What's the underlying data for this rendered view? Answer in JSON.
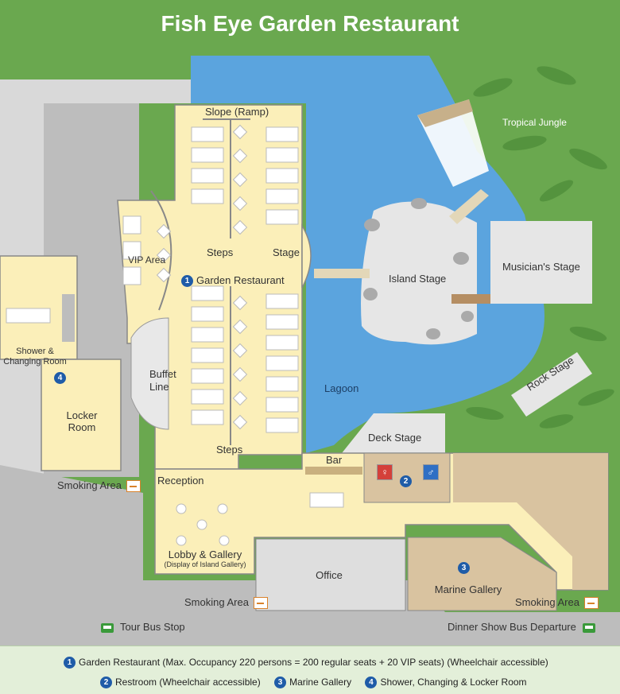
{
  "title": "Fish Eye Garden Restaurant",
  "colors": {
    "grass": "#6aa84f",
    "water": "#5ba4de",
    "building": "#fbefb9",
    "building_dark": "#d9c3a0",
    "road": "#bdbdbd",
    "pavement": "#dedede",
    "stage": "#e6e6e6",
    "marker": "#1f5ca8",
    "legend_bg": "#e3efd9"
  },
  "labels": {
    "slope": "Slope (Ramp)",
    "vip": "VIP Area",
    "steps_top": "Steps",
    "stage": "Stage",
    "garden_restaurant": "Garden Restaurant",
    "buffet_line": "Buffet\nLine",
    "steps_bottom": "Steps",
    "bar": "Bar",
    "reception": "Reception",
    "lobby": "Lobby & Gallery",
    "lobby_sub": "(Display of Island Gallery)",
    "office": "Office",
    "marine_gallery": "Marine Gallery",
    "shower": "Shower &\nChanging Room",
    "locker": "Locker\nRoom",
    "smoking_left": "Smoking Area",
    "smoking_bottom": "Smoking Area",
    "smoking_right": "Smoking Area",
    "island_stage": "Island Stage",
    "musicians_stage": "Musician's Stage",
    "rock_stage": "Rock Stage",
    "deck_stage": "Deck Stage",
    "lagoon": "Lagoon",
    "tropical_jungle": "Tropical Jungle",
    "tour_bus": "Tour Bus Stop",
    "dinner_bus": "Dinner Show Bus Departure"
  },
  "markers": {
    "m1": "1",
    "m2": "2",
    "m3": "3",
    "m4": "4"
  },
  "legend": {
    "item1_num": "1",
    "item1": "Garden Restaurant (Max. Occupancy 220 persons = 200 regular seats + 20 VIP seats) (Wheelchair accessible)",
    "item2_num": "2",
    "item2": "Restroom (Wheelchair accessible)",
    "item3_num": "3",
    "item3": "Marine Gallery",
    "item4_num": "4",
    "item4": "Shower, Changing & Locker Room"
  },
  "icons": {
    "marker": "numbered-circle",
    "restroom_female": "female-restroom-icon",
    "restroom_male": "male-restroom-icon",
    "bus": "bus-icon",
    "smoking": "smoking-icon",
    "palm": "palm-tree-icon",
    "waterfall": "waterfall-icon"
  }
}
